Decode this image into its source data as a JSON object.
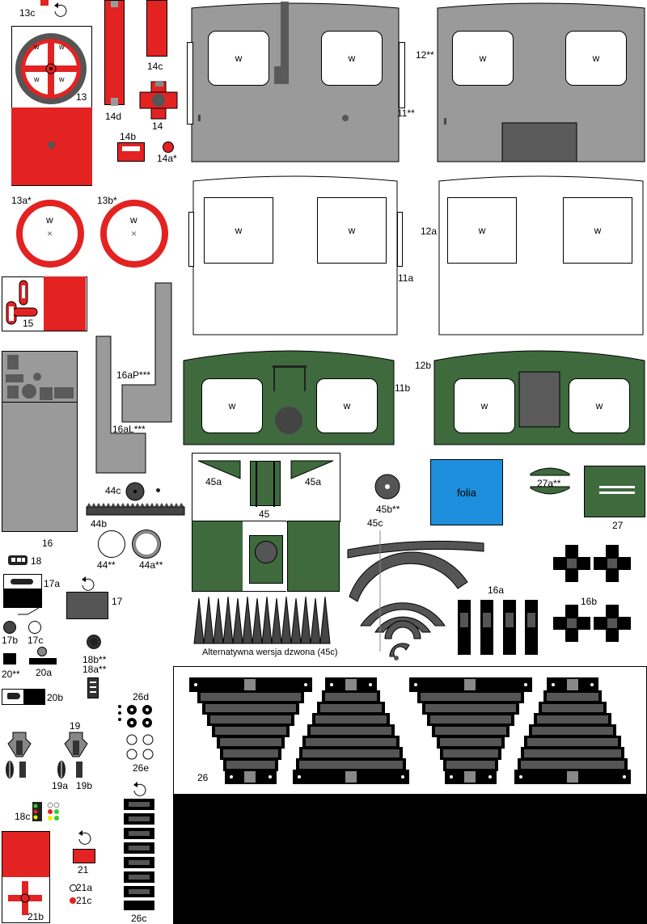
{
  "labels": {
    "p13c": "13c",
    "p13": "13",
    "p13a": "13a*",
    "p13b": "13b*",
    "p14": "14",
    "p14a": "14a*",
    "p14b": "14b",
    "p14c": "14c",
    "p14d": "14d",
    "p11": "11**",
    "p11a": "11a",
    "p11b": "11b",
    "p12": "12**",
    "p12a": "12a",
    "p12b": "12b",
    "p15": "15",
    "p16": "16",
    "p16aP": "16aP***",
    "p16aL": "16aL***",
    "p16a": "16a",
    "p16b": "16b",
    "p17": "17",
    "p17a": "17a",
    "p17b": "17b",
    "p17c": "17c",
    "p18": "18",
    "p18a": "18a**",
    "p18b": "18b**",
    "p18c": "18c",
    "p19": "19",
    "p19a": "19a",
    "p19b": "19b",
    "p20": "20**",
    "p20a": "20a",
    "p20b": "20b",
    "p21": "21",
    "p21a": "21a",
    "p21b": "21b",
    "p21c": "21c",
    "p26": "26",
    "p26c": "26c",
    "p26d": "26d",
    "p26e": "26e",
    "p27": "27",
    "p27a": "27a**",
    "p44": "44**",
    "p44a": "44a**",
    "p44b": "44b",
    "p44c": "44c",
    "p45": "45",
    "p45a1": "45a",
    "p45a2": "45a",
    "p45b": "45b**",
    "p45c": "45c",
    "folia": "folia",
    "alt_bell": "Alternatywna wersja dzwona (45c)"
  },
  "window_mark": "w",
  "colors": {
    "red": "#e32222",
    "green": "#3e6a3e",
    "gray": "#9a9a9a",
    "dark_gray": "#5a5a5a",
    "blue": "#1e8fdc",
    "black": "#000000"
  }
}
